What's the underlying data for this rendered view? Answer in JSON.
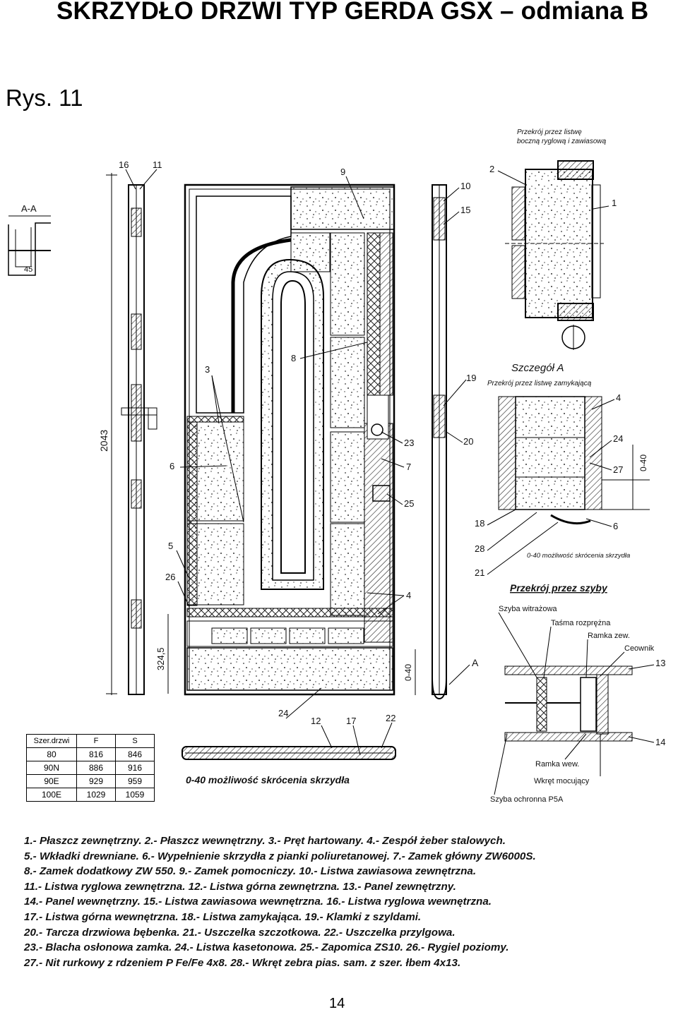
{
  "header": {
    "title": "SKRZYDŁO DRZWI TYP GERDA GSX – odmiana B",
    "figure_label": "Rys. 11"
  },
  "drawing": {
    "section_aa": "A-A",
    "label_45": "45",
    "dim_height": "2043",
    "dim_bottom": "324,5",
    "dim_040": "0-40",
    "dim_040_right": "0-40",
    "callout_a": "A",
    "note_cross_section_top": [
      "Przekrój przez listwę",
      "boczną ryglową i zawiasową"
    ],
    "detail_a_title": "Szczegół A",
    "detail_a_sub": "Przekrój przez listwę zamykającą",
    "detail_a_note": "0-40 możliwość skrócenia skrzydła",
    "glass_section_title": "Przekrój przez szyby",
    "glass_labels": {
      "szyba_witrazowa": "Szyba witrażowa",
      "tasma": "Taśma rozprężna",
      "ramka_zew": "Ramka zew.",
      "ceownik": "Ceownik",
      "ramka_wew": "Ramka wew.",
      "wkret": "Wkręt mocujący",
      "szyba_ochronna": "Szyba ochronna P5A"
    },
    "bottom_note": "0-40 możliwość skrócenia skrzydła",
    "numbers": {
      "n1": "1",
      "n2": "2",
      "n3": "3",
      "n4": "4",
      "n4b": "4",
      "n5": "5",
      "n6": "6",
      "n6b": "6",
      "n7": "7",
      "n8": "8",
      "n9": "9",
      "n10": "10",
      "n11": "11",
      "n12": "12",
      "n13": "13",
      "n14": "14",
      "n15": "15",
      "n16": "16",
      "n17": "17",
      "n18": "18",
      "n19": "19",
      "n20": "20",
      "n21": "21",
      "n22": "22",
      "n23": "23",
      "n24": "24",
      "n24b": "24",
      "n25": "25",
      "n26": "26",
      "n27": "27",
      "n28": "28"
    }
  },
  "size_table": {
    "headers": [
      "Szer.drzwi",
      "F",
      "S"
    ],
    "rows": [
      [
        "80",
        "816",
        "846"
      ],
      [
        "90N",
        "886",
        "916"
      ],
      [
        "90E",
        "929",
        "959"
      ],
      [
        "100E",
        "1029",
        "1059"
      ]
    ]
  },
  "legend": [
    "1.- Płaszcz zewnętrzny. 2.- Płaszcz wewnętrzny. 3.- Pręt hartowany. 4.- Zespół żeber stalowych.",
    "5.- Wkładki drewniane. 6.- Wypełnienie skrzydła z pianki poliuretanowej. 7.- Zamek główny ZW6000S.",
    "8.- Zamek dodatkowy ZW 550. 9.- Zamek pomocniczy. 10.- Listwa zawiasowa zewnętrzna.",
    "11.- Listwa ryglowa zewnętrzna. 12.- Listwa górna zewnętrzna. 13.- Panel zewnętrzny.",
    "14.- Panel wewnętrzny. 15.- Listwa zawiasowa wewnętrzna. 16.- Listwa ryglowa wewnętrzna.",
    "17.- Listwa górna wewnętrzna. 18.- Listwa zamykająca. 19.- Klamki z szyldami.",
    "20.- Tarcza drzwiowa bębenka. 21.- Uszczelka szczotkowa. 22.- Uszczelka przylgowa.",
    "23.- Blacha osłonowa zamka. 24.- Listwa kasetonowa. 25.- Zapomica ZS10. 26.- Rygiel poziomy.",
    "27.- Nit rurkowy z rdzeniem P Fe/Fe 4x8. 28.- Wkręt zebra pias. sam. z szer. łbem 4x13."
  ],
  "footer": {
    "page_number": "14"
  }
}
